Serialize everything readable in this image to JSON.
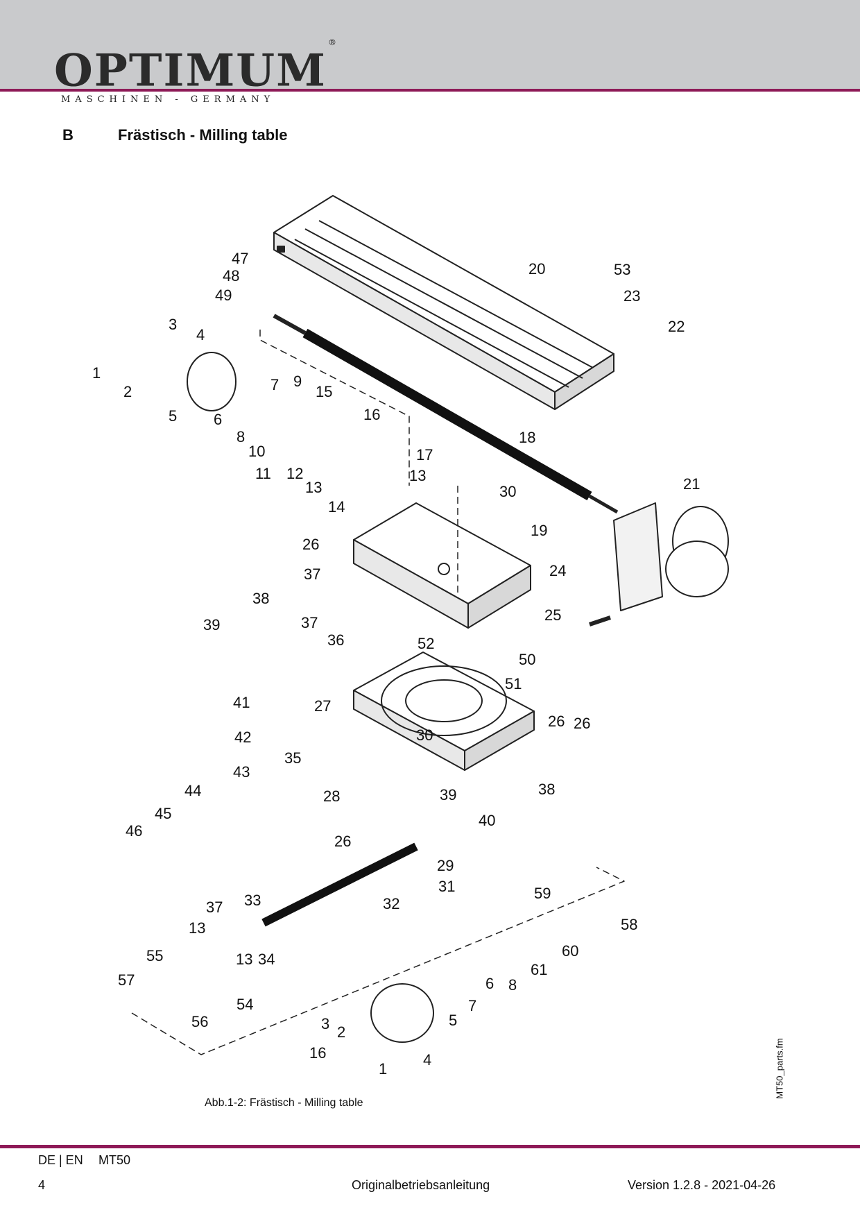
{
  "header": {
    "logo": "OPTIMUM",
    "registered_mark": "®",
    "tagline": "MASCHINEN - GERMANY",
    "colors": {
      "band": "#c9cacc",
      "accent": "#8e1a57"
    }
  },
  "section": {
    "letter": "B",
    "title": "Frästisch - Milling table"
  },
  "figure": {
    "caption": "Abb.1-2:   Frästisch - Milling table",
    "side_label": "MT50_parts.fm",
    "callouts": [
      "1",
      "2",
      "3",
      "4",
      "5",
      "6",
      "7",
      "8",
      "9",
      "10",
      "11",
      "12",
      "13",
      "13",
      "14",
      "15",
      "16",
      "17",
      "18",
      "19",
      "20",
      "21",
      "22",
      "23",
      "24",
      "25",
      "26",
      "26",
      "26",
      "26",
      "27",
      "28",
      "29",
      "30",
      "30",
      "31",
      "32",
      "33",
      "13",
      "13",
      "34",
      "35",
      "36",
      "37",
      "37",
      "37",
      "38",
      "38",
      "39",
      "39",
      "40",
      "41",
      "42",
      "43",
      "44",
      "45",
      "46",
      "47",
      "48",
      "49",
      "50",
      "51",
      "52",
      "53",
      "54",
      "55",
      "56",
      "57",
      "58",
      "59",
      "60",
      "61",
      "8",
      "6",
      "7",
      "5",
      "4",
      "3",
      "2",
      "1",
      "16"
    ]
  },
  "footer": {
    "languages": "DE | EN",
    "model": "MT50",
    "page": "4",
    "center": "Originalbetriebsanleitung",
    "version": "Version 1.2.8 - 2021-04-26"
  }
}
